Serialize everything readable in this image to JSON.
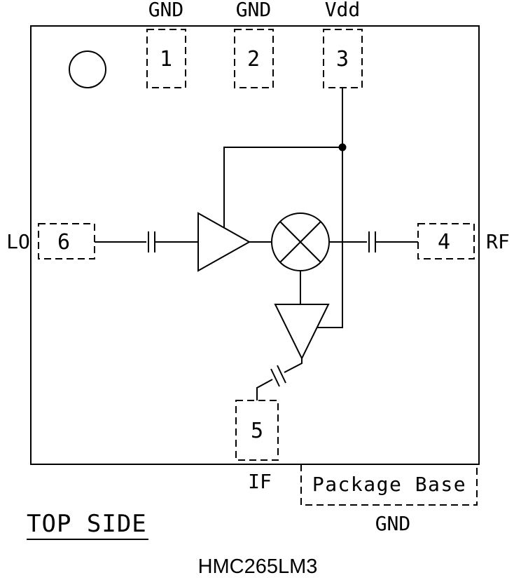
{
  "diagram": {
    "part_number": "HMC265LM3",
    "view_label": "TOP SIDE",
    "pins": {
      "pin1": {
        "number": "1",
        "name": "GND"
      },
      "pin2": {
        "number": "2",
        "name": "GND"
      },
      "pin3": {
        "number": "3",
        "name": "Vdd"
      },
      "pin4": {
        "number": "4",
        "name": "RF"
      },
      "pin5": {
        "number": "5",
        "name": "IF"
      },
      "pin6": {
        "number": "6",
        "name": "LO"
      }
    },
    "package_base": {
      "label": "Package Base",
      "ground": "GND"
    },
    "symbols": [
      "pin1-marker-circle",
      "lo-amplifier",
      "mixer",
      "if-amplifier",
      "dc-block-capacitor-lo",
      "dc-block-capacitor-rf",
      "dc-block-capacitor-if",
      "vdd-junction-dot"
    ],
    "colors": {
      "stroke": "#000000",
      "background": "#ffffff"
    }
  }
}
